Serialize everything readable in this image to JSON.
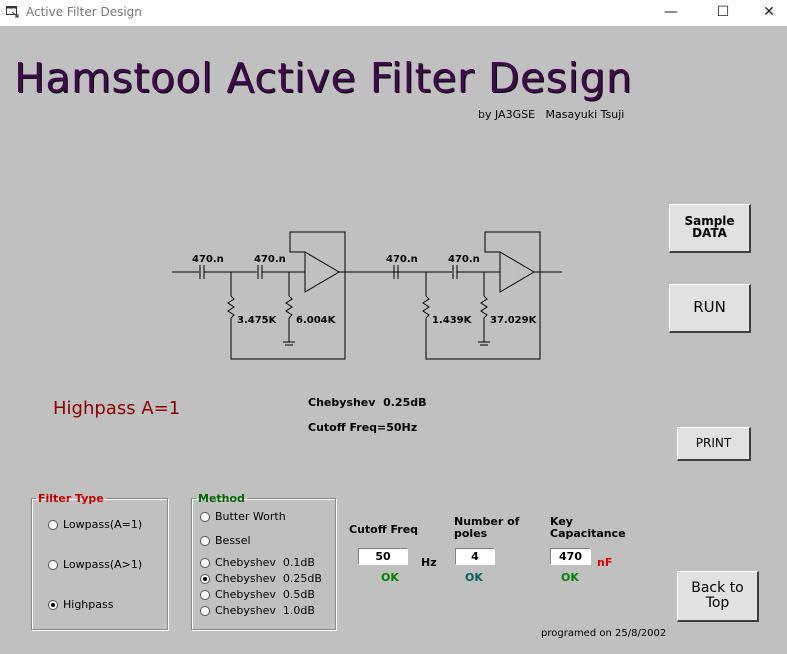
{
  "window": {
    "title": "Active Filter Design",
    "minimize": "—",
    "maximize": "☐",
    "close": "✕"
  },
  "app": {
    "heading": "Hamstool Active Filter Design",
    "byline": "by JA3GSE   Masayuki Tsuji",
    "footer": "programed on 25/8/2002"
  },
  "buttons": {
    "sample_line1": "Sample",
    "sample_line2": "DATA",
    "run": "RUN",
    "print": "PRINT",
    "back_line1": "Back to",
    "back_line2": "Top"
  },
  "schematic": {
    "stage1": {
      "c1": "470.n",
      "c2": "470.n",
      "r1": "3.475K",
      "r2": "6.004K"
    },
    "stage2": {
      "c1": "470.n",
      "c2": "470.n",
      "r1": "1.439K",
      "r2": "37.029K"
    }
  },
  "result": {
    "filter_type": "Highpass A=1",
    "method": "Chebyshev  0.25dB",
    "cutoff": "Cutoff Freq=50Hz"
  },
  "filter_type_group": {
    "legend": "Filter Type",
    "legend_color": "#c00000",
    "options": [
      "Lowpass(A=1)",
      "Lowpass(A>1)",
      "Highpass"
    ],
    "selected": "Highpass"
  },
  "method_group": {
    "legend": "Method",
    "legend_color": "#006400",
    "options": [
      "Butter Worth",
      "Bessel",
      "Chebyshev  0.1dB",
      "Chebyshev  0.25dB",
      "Chebyshev  0.5dB",
      "Chebyshev  1.0dB"
    ],
    "selected": "Chebyshev  0.25dB"
  },
  "inputs": {
    "cutoff_label": "Cutoff Freq",
    "cutoff_value": "50",
    "cutoff_unit": "Hz",
    "cutoff_status": "OK",
    "poles_label_line1": "Number of",
    "poles_label_line2": "poles",
    "poles_value": "4",
    "poles_status": "OK",
    "cap_label_line1": "Key",
    "cap_label_line2": "Capacitance",
    "cap_value": "470",
    "cap_unit": "nF",
    "cap_status": "OK"
  },
  "colors": {
    "heading": "#3d0a4a",
    "result_type": "#8b0000",
    "ok_green": "#008000",
    "ok_teal": "#006060",
    "unit_red": "#e00000"
  }
}
